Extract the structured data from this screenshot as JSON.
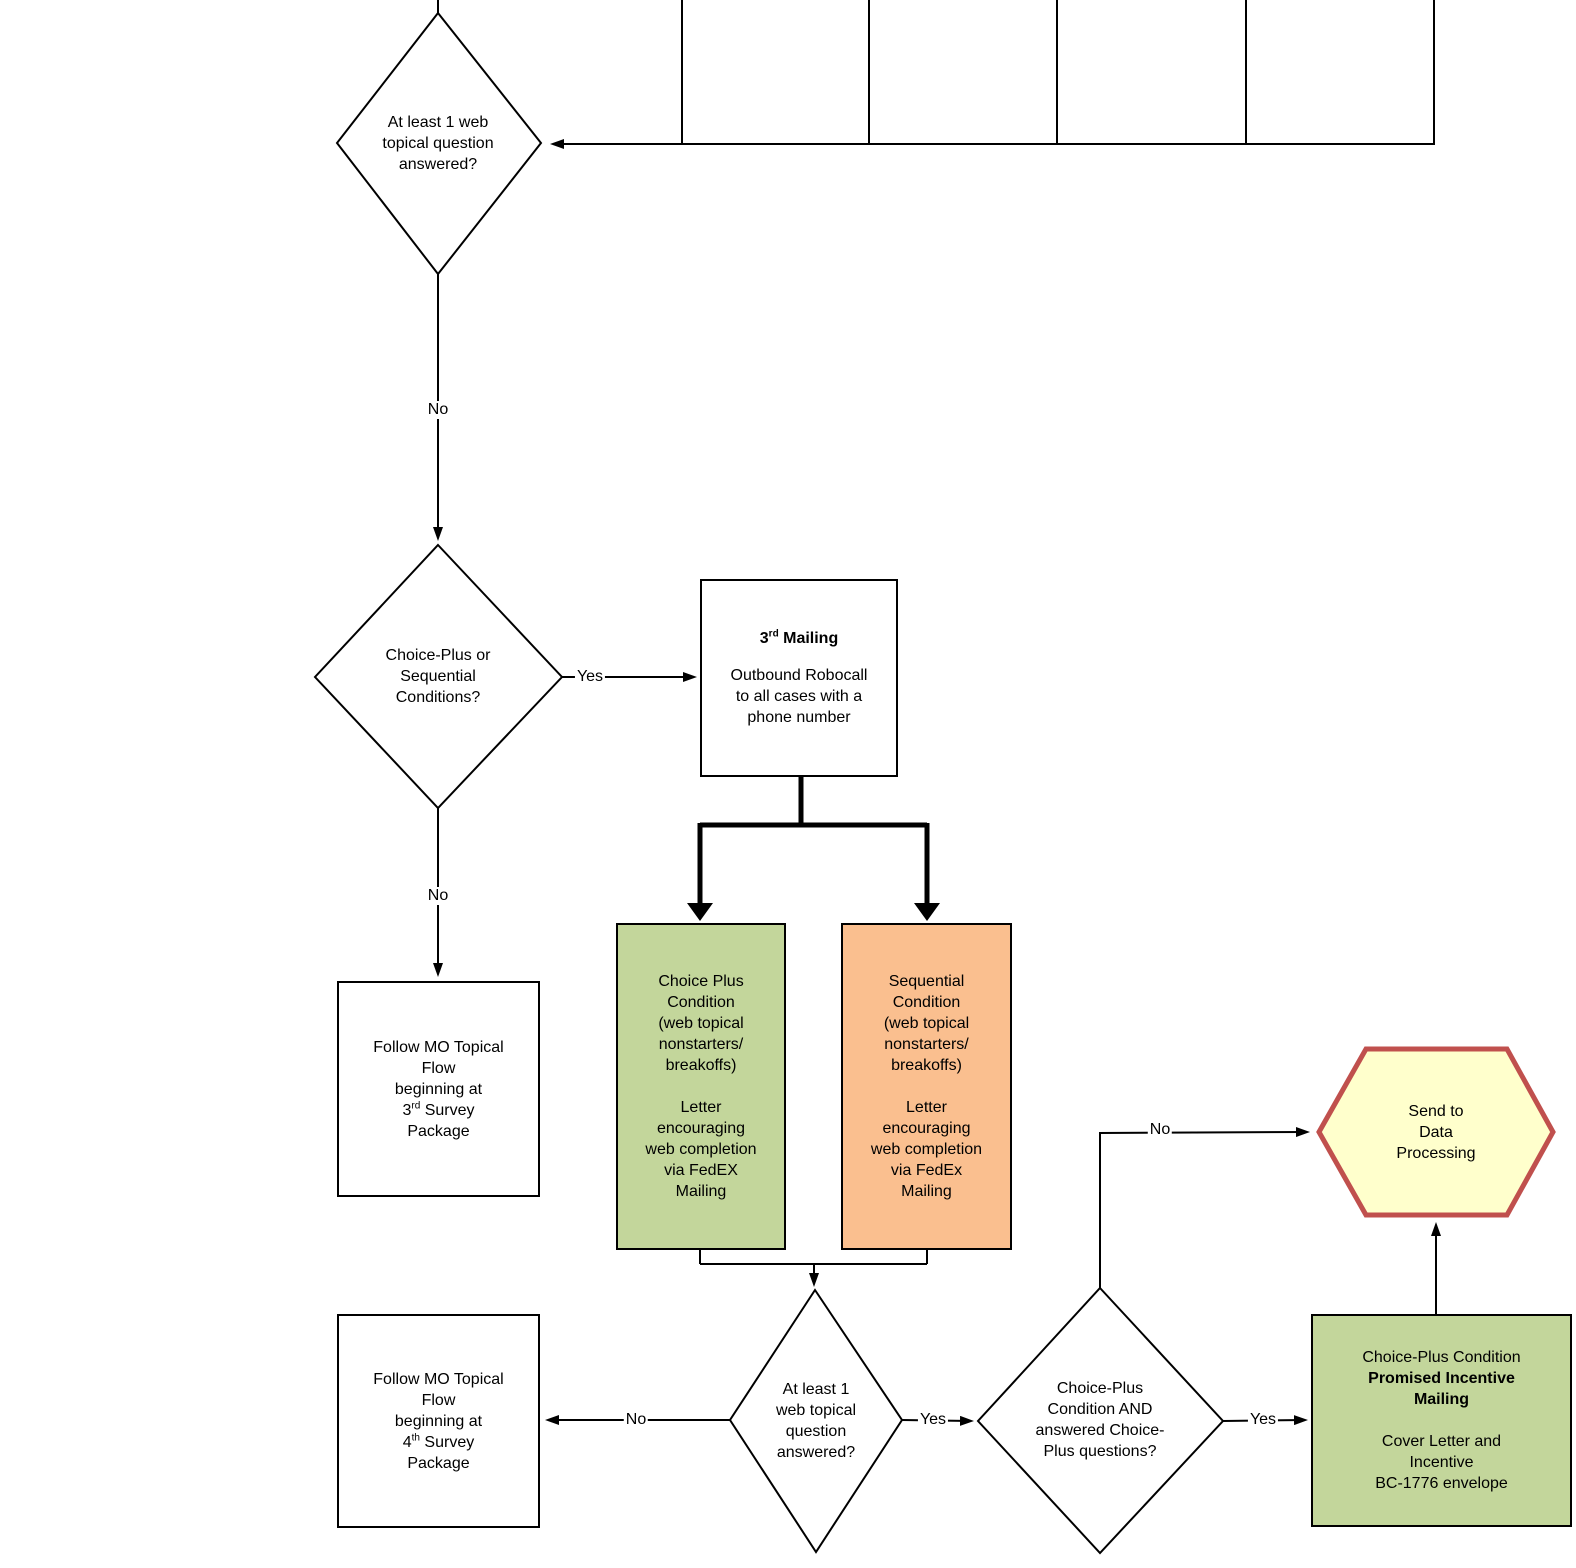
{
  "labels": {
    "yes": "Yes",
    "no": "No"
  },
  "nodes": {
    "decision_web_1": "At least 1 web\ntopical question\nanswered?",
    "decision_conditions": "Choice-Plus or\nSequential\nConditions?",
    "mailing_3rd": {
      "title_base": "3",
      "title_sup": "rd",
      "title_rest": " Mailing",
      "body": "Outbound Robocall\nto all cases with a\nphone number"
    },
    "choice_plus_condition": {
      "p1": "Choice Plus\nCondition\n(web topical\nnonstarters/\nbreakoffs)",
      "p2": "Letter\nencouraging\nweb completion\nvia FedEX\nMailing"
    },
    "sequential_condition": {
      "p1": "Sequential\nCondition\n(web topical\nnonstarters/\nbreakoffs)",
      "p2": "Letter\nencouraging\nweb completion\nvia FedEx\nMailing"
    },
    "survey_3rd": {
      "pre": "Follow MO Topical\nFlow\nbeginning at\n3",
      "sup": "rd",
      "post": " Survey\nPackage"
    },
    "survey_4th": {
      "pre": "Follow MO Topical\nFlow\nbeginning at\n4",
      "sup": "th",
      "post": " Survey\nPackage"
    },
    "decision_web_2": "At least 1\nweb topical\nquestion\nanswered?",
    "decision_choice_answered": "Choice-Plus\nCondition AND\nanswered Choice-\nPlus questions?",
    "promised_incentive": {
      "line1": "Choice-Plus Condition",
      "bold": "Promised Incentive\nMailing",
      "body": "Cover Letter and\nIncentive\nBC-1776 envelope"
    },
    "send_to_dp": "Send to\nData\nProcessing"
  },
  "colors": {
    "green": "#C3D69B",
    "orange": "#FABF8F",
    "yellow": "#FFFFCC",
    "red_border": "#C0504D"
  }
}
